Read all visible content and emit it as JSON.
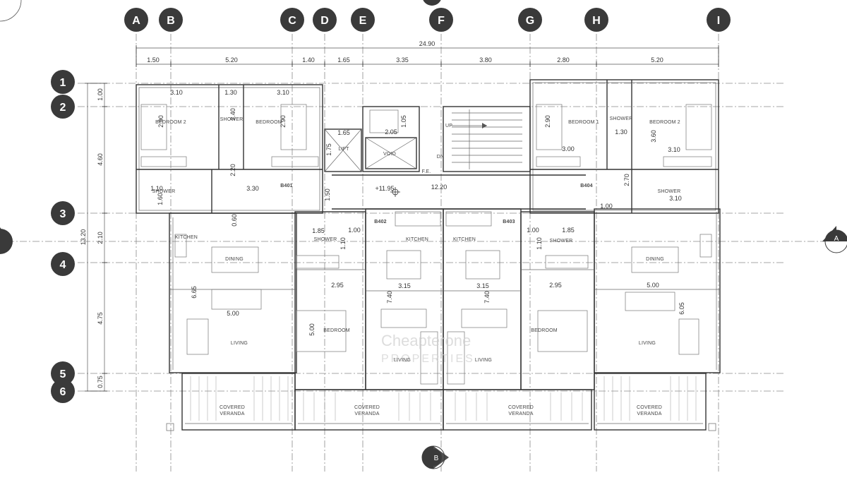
{
  "grid_columns": [
    "A",
    "B",
    "C",
    "D",
    "E",
    "F",
    "G",
    "H",
    "I"
  ],
  "grid_rows": [
    "1",
    "2",
    "3",
    "4",
    "5",
    "6"
  ],
  "overall_width_dim": "24.90",
  "top_dims": [
    "1.50",
    "5.20",
    "1.40",
    "1.65",
    "3.35",
    "3.80",
    "2.80",
    "5.20"
  ],
  "left_overall_dim": "13.20",
  "left_dims": [
    "1.00",
    "4.60",
    "2.10",
    "4.75",
    "0.75"
  ],
  "section_markers": {
    "a": "A",
    "b": "B"
  },
  "level_mark": "+11.95",
  "corridor_dim": "12.20",
  "unit_labels": [
    "B401",
    "B402",
    "B403",
    "B404"
  ],
  "room_labels": {
    "bedroom2_left": "BEDROOM 2",
    "shower_top_left": "SHOWER",
    "bedroom_top_left2": "BEDROOM",
    "shower_left": "SHOWER",
    "kitchen_left": "KITCHEN",
    "dining_left": "DINING",
    "living_left": "LIVING",
    "shower_mid_left": "SHOWER",
    "bedroom_mid_left": "BEDROOM",
    "kitchen_mid_left": "KITCHEN",
    "living_mid_left": "LIVING",
    "kitchen_mid_right": "KITCHEN",
    "living_mid_right": "LIVING",
    "shower_mid_right": "SHOWER",
    "bedroom_mid_right": "BEDROOM",
    "bedroom1_right": "BEDROOM 1",
    "shower_top_right": "SHOWER",
    "bedroom2_right": "BEDROOM 2",
    "shower_right": "SHOWER",
    "dining_right": "DINING",
    "living_right": "LIVING",
    "lift": "LIFT",
    "void": "VOID",
    "up": "UP",
    "dn": "DN",
    "fe": "F.E.",
    "veranda_lines": [
      "COVERED",
      "VERANDA"
    ]
  },
  "room_dims": {
    "d_3_10a": "3.10",
    "d_1_30a": "1.30",
    "d_3_10b": "3.10",
    "d_2_90a": "2.90",
    "d_2_40a": "2.40",
    "d_2_90b": "2.90",
    "d_2_20": "2.20",
    "d_3_30": "3.30",
    "d_1_10a": "1.10",
    "d_1_60": "1.60",
    "d_1_65": "1.65",
    "d_1_75": "1.75",
    "d_2_05": "2.05",
    "d_1_05": "1.05",
    "d_1_50": "1.50",
    "d_1_85a": "1.85",
    "d_1_00a": "1.00",
    "d_1_10b": "1.10",
    "d_2_95a": "2.95",
    "d_3_15a": "3.15",
    "d_7_40a": "7.40",
    "d_5_00a": "5.00",
    "d_6_65": "6.65",
    "d_5_00b": "5.00",
    "d_3_15b": "3.15",
    "d_7_40b": "7.40",
    "d_2_95b": "2.95",
    "d_1_00b": "1.00",
    "d_1_85b": "1.85",
    "d_1_10c": "1.10",
    "d_3_00": "3.00",
    "d_2_90c": "2.90",
    "d_1_30b": "1.30",
    "d_3_60": "3.60",
    "d_3_10c": "3.10",
    "d_2_70": "2.70",
    "d_3_10d": "3.10",
    "d_1_00c": "1.00",
    "d_5_00c": "5.00",
    "d_6_05": "6.05",
    "d_0_60": "0.60"
  },
  "watermark": {
    "line1": "Cheapterone",
    "line2": "PROPERTIES"
  }
}
